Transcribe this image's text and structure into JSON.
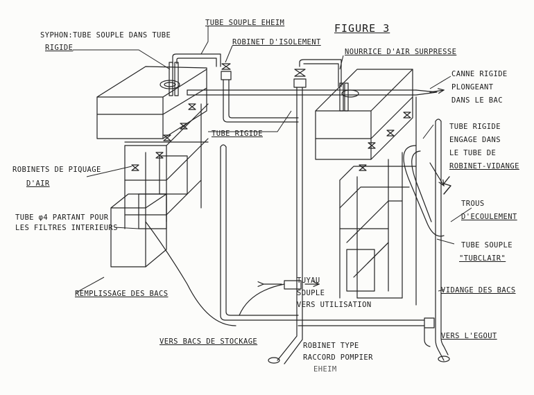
{
  "figure_title": "FIGURE 3",
  "labels": {
    "syphon_line1": "SYPHON:TUBE SOUPLE DANS TUBE",
    "syphon_line2": "RIGIDE",
    "tube_souple_eheim": "TUBE SOUPLE EHEIM",
    "robinet_isolement": "ROBINET D'ISOLEMENT",
    "nourrice": "NOURRICE D'AIR SURPRESSE",
    "canne_line1": "CANNE RIGIDE",
    "canne_line2": "PLONGEANT",
    "canne_line3": "DANS LE BAC",
    "tube_rigide": "TUBE RIGIDE",
    "tube_rigide_engage_line1": "TUBE RIGIDE",
    "tube_rigide_engage_line2": "ENGAGE DANS",
    "tube_rigide_engage_line3": "LE TUBE DE",
    "tube_rigide_engage_line4": "ROBINET-VIDANGE",
    "robinets_piquage_line1": "ROBINETS DE PIQUAGE",
    "robinets_piquage_line2": "D'AIR",
    "trous_line1": "TROUS",
    "trous_line2": "D'ECOULEMENT",
    "tube_phi4_line1": "TUBE φ4 PARTANT POUR",
    "tube_phi4_line2": "LES FILTRES INTERIEURS",
    "tube_souple_line1": "TUBE SOUPLE",
    "tube_souple_line2": "\"TUBCLAIR\"",
    "tuyau_line1": "TUYAU",
    "tuyau_line2": "SOUPLE",
    "tuyau_line3": "VERS UTILISATION",
    "remplissage": "REMPLISSAGE DES BACS",
    "vidange": "VIDANGE DES BACS",
    "vers_bacs_stockage": "VERS BACS DE STOCKAGE",
    "robinet_type_line1": "ROBINET TYPE",
    "robinet_type_line2": "RACCORD POMPIER",
    "robinet_type_line3": "EHEIM",
    "vers_egout": "VERS L'EGOUT"
  }
}
